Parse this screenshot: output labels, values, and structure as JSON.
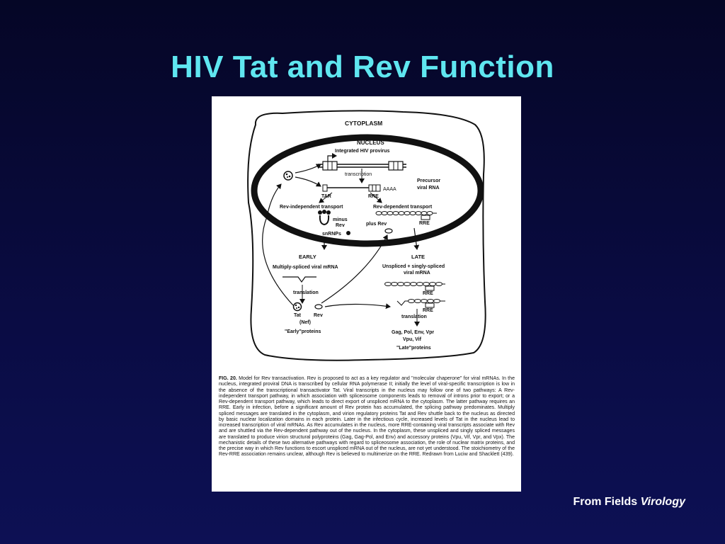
{
  "slide": {
    "title": "HIV Tat and Rev Function",
    "credit_prefix": "From Fields",
    "credit_book": "Virology"
  },
  "figure": {
    "labels": {
      "cytoplasm": "CYTOPLASM",
      "nucleus": "NUCLEUS",
      "provirus": "Integrated HIV provirus",
      "transcription": "transcription",
      "tar": "TAR",
      "rre": "RRE",
      "aaaa": "AAAA",
      "precursor_line1": "Precursor",
      "precursor_line2": "viral RNA",
      "rev_independent": "Rev-independent transport",
      "rev_dependent": "Rev-dependent transport",
      "minus": "minus",
      "rev": "Rev",
      "snrnps": "snRNPs",
      "plus_rev": "plus Rev",
      "rre_transport": "RRE",
      "early": "EARLY",
      "multiply_spliced": "Multiply-spliced viral mRNA",
      "translation_early": "translation",
      "tat": "Tat",
      "rev_early": "Rev",
      "nef": "(Nef)",
      "early_proteins": "\"Early\"proteins",
      "late": "LATE",
      "late_mrna_line1": "Unspliced + singly-spliced",
      "late_mrna_line2": "viral mRNA",
      "rre_late1": "RRE",
      "rre_late2": "RRE",
      "translation_late": "translation",
      "late_proteins_line1": "Gag, Pol, Env, Vpr",
      "late_proteins_line2": "Vpu, Vif",
      "late_proteins_line3": "\"Late\"proteins"
    },
    "caption_label": "FIG. 20.",
    "caption_text": "Model for Rev transactivation. Rev is proposed to act as a key regulator and \"molecular chaperone\" for viral mRNAs. In the nucleus, integrated proviral DNA is transcribed by cellular RNA polymerase II; initially the level of viral-specific transcription is low in the absence of the transcriptional transactivator Tat. Viral transcripts in the nucleus may follow one of two pathways: A Rev-independent transport pathway, in which association with spliceosome components leads to removal of introns prior to export; or a Rev-dependent transport pathway, which leads to direct export of unspliced mRNA to the cytoplasm. The latter pathway requires an RRE. Early in infection, before a significant amount of Rev protein has accumulated, the splicing pathway predominates. Multiply spliced messages are translated in the cytoplasm, and virion regulatory proteins Tat and Rev shuttle back to the nucleus as directed by basic nuclear localization domains in each protein. Later in the infectious cycle, increased levels of Tat in the nucleus lead to increased transcription of viral mRNAs. As Rev accumulates in the nucleus, more RRE-containing viral transcripts associate with Rev and are shuttled via the Rev-dependent pathway out of the nucleus. In the cytoplasm, these unspliced and singly spliced messages are translated to produce virion structural polyproteins (Gag, Gag-Pol, and Env) and accessory proteins (Vpu, Vif, Vpr, and Vpx). The mechanistic details of these two alternative pathways with regard to spliceosome association, the role of nuclear matrix proteins, and the precise way in which Rev functions to escort unspliced mRNA out of the nucleus, are not yet understood. The stoichiometry of the Rev-RRE association remains unclear, although Rev is believed to multimerize on the RRE. Redrawn from Luciw and Shacklett (439)."
  }
}
